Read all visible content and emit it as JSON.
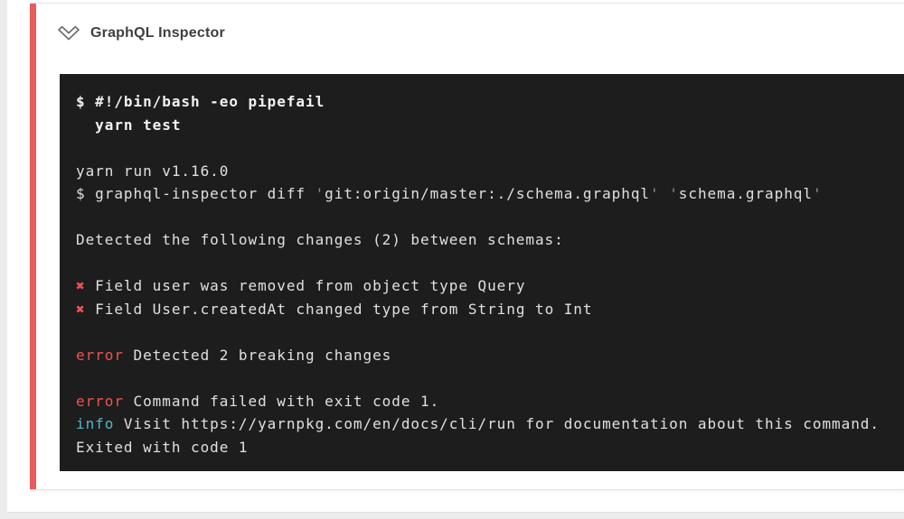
{
  "header": {
    "title": "GraphQL Inspector",
    "collapse_icon": "chevron-down-icon"
  },
  "colors": {
    "accent": "#e85c5c",
    "terminal_bg": "#1d1d1d",
    "terminal_text": "#e0e0e0",
    "error": "#ef5350",
    "info": "#4fb8c9",
    "dim_quote": "#8e8e8e"
  },
  "terminal": {
    "lines": [
      [
        {
          "t": "$ #!/bin/bash -eo pipefail",
          "s": "cmd"
        }
      ],
      [
        {
          "t": "  yarn test",
          "s": "cmd"
        }
      ],
      [],
      [
        {
          "t": "yarn run v1.16.0",
          "s": "out"
        }
      ],
      [
        {
          "t": "$ graphql-inspector diff ",
          "s": "out"
        },
        {
          "t": "'",
          "s": "dim"
        },
        {
          "t": "git:origin/master:./schema.graphql",
          "s": "out"
        },
        {
          "t": "'",
          "s": "dim"
        },
        {
          "t": " ",
          "s": "out"
        },
        {
          "t": "'",
          "s": "dim"
        },
        {
          "t": "schema.graphql",
          "s": "out"
        },
        {
          "t": "'",
          "s": "dim"
        }
      ],
      [],
      [
        {
          "t": "Detected the following changes (2) between schemas:",
          "s": "out"
        }
      ],
      [],
      [
        {
          "t": "✖ ",
          "s": "err"
        },
        {
          "t": "Field user was removed from object type Query",
          "s": "out"
        }
      ],
      [
        {
          "t": "✖ ",
          "s": "err"
        },
        {
          "t": "Field User.createdAt changed type from String to Int",
          "s": "out"
        }
      ],
      [],
      [
        {
          "t": "error",
          "s": "err"
        },
        {
          "t": " Detected 2 breaking changes",
          "s": "out"
        }
      ],
      [],
      [
        {
          "t": "error",
          "s": "err"
        },
        {
          "t": " Command failed with exit code 1.",
          "s": "out"
        }
      ],
      [
        {
          "t": "info",
          "s": "info"
        },
        {
          "t": " Visit https://yarnpkg.com/en/docs/cli/run for documentation about this command.",
          "s": "out"
        }
      ],
      [
        {
          "t": "Exited with code 1",
          "s": "out"
        }
      ]
    ]
  }
}
